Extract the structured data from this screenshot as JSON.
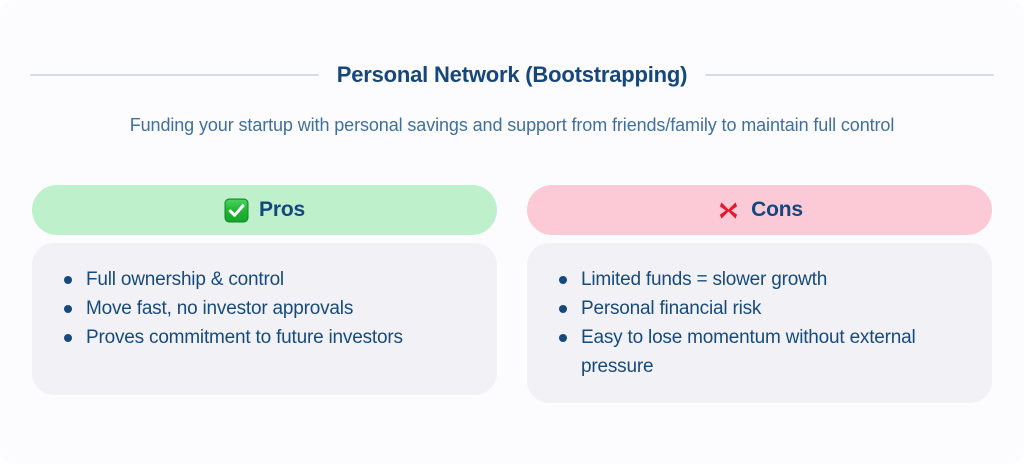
{
  "header": {
    "title": "Personal Network (Bootstrapping)",
    "subtitle": "Funding your startup with personal savings and support from friends/family to maintain full control"
  },
  "colors": {
    "page_background": "#fcfcfe",
    "title_text": "#15477d",
    "subtitle_text": "#3f6f9f",
    "rule": "#d3dce8",
    "pros_header_bg": "#bdf0cb",
    "cons_header_bg": "#fccad6",
    "body_bg": "#f2f2f6",
    "body_text": "#174a7c",
    "check_green": "#21b236",
    "cross_red": "#e8172b"
  },
  "columns": [
    {
      "key": "pros",
      "icon": "white-heavy-check-mark-icon",
      "label": "Pros",
      "items": [
        "Full ownership & control",
        "Move fast, no investor approvals",
        "Proves commitment to future investors"
      ]
    },
    {
      "key": "cons",
      "icon": "cross-mark-icon",
      "label": "Cons",
      "items": [
        "Limited funds = slower growth",
        "Personal financial risk",
        "Easy to lose momentum without external pressure"
      ]
    }
  ]
}
